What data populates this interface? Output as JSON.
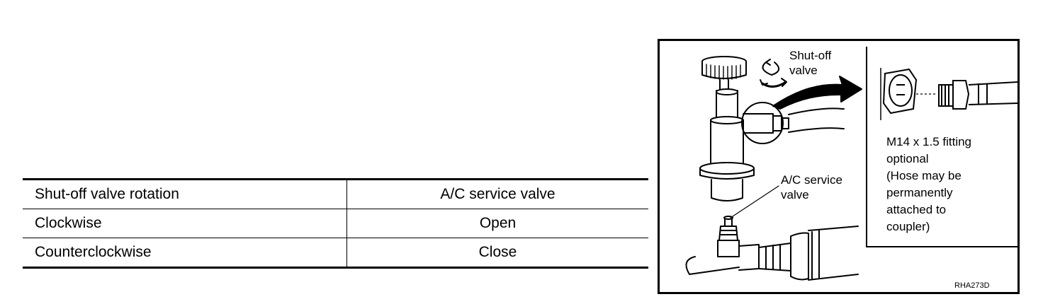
{
  "table": {
    "header": [
      "Shut-off valve rotation",
      "A/C service valve"
    ],
    "rows": [
      [
        "Clockwise",
        "Open"
      ],
      [
        "Counterclockwise",
        "Close"
      ]
    ]
  },
  "figure": {
    "shutoff_label": "Shut-off\nvalve",
    "service_label": "A/C service\nvalve",
    "fitting_note": "M14 x 1.5 fitting\noptional\n(Hose may be\npermanently\nattached to\ncoupler)",
    "figure_code": "RHA273D"
  }
}
